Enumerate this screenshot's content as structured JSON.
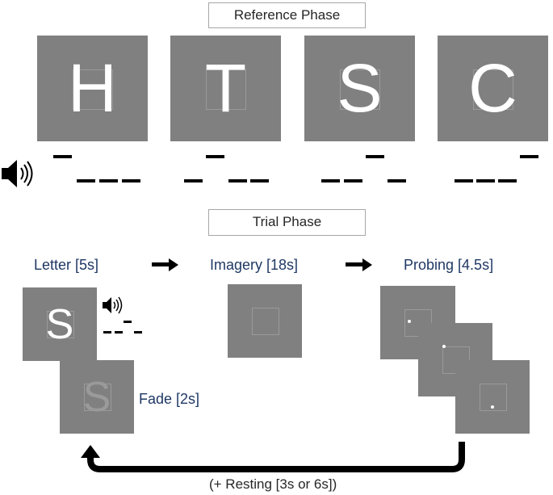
{
  "reference_phase": {
    "title": "Reference Phase",
    "letters": [
      "H",
      "T",
      "S",
      "C"
    ],
    "audio_icon": "speaker-icon"
  },
  "trial_phase": {
    "title": "Trial Phase",
    "steps": {
      "letter": "Letter [5s]",
      "imagery": "Imagery [18s]",
      "probing": "Probing [4.5s]",
      "fade": "Fade [2s]"
    },
    "letter_shown": "S",
    "fade_letter": "S",
    "loop_caption": "(+ Resting [3s or 6s])",
    "audio_icon": "speaker-icon"
  },
  "colors": {
    "stimulus_gray": "#808080",
    "label_navy": "#1f3864"
  }
}
